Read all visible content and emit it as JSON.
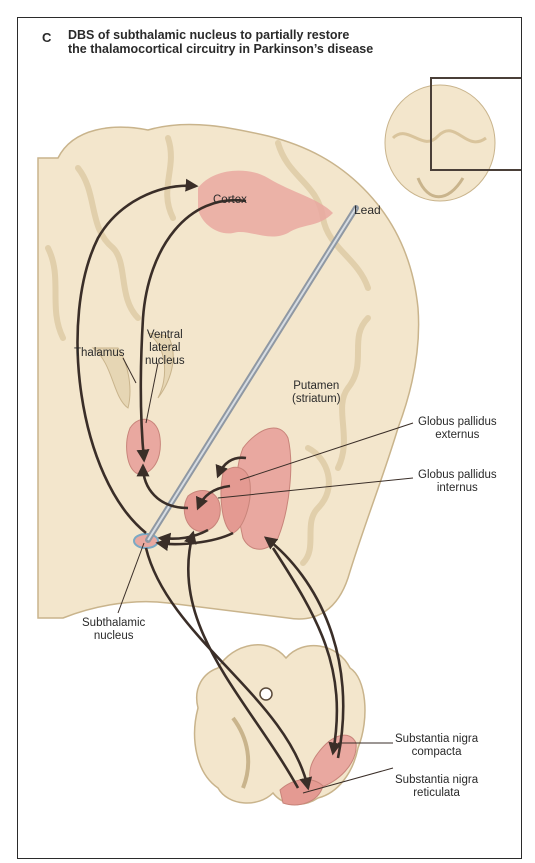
{
  "panel_letter": "C",
  "title_line1": "DBS of subthalamic nucleus to partially restore",
  "title_line2": "the thalamocortical circuitry in Parkinson’s disease",
  "labels": {
    "cortex": "Cortex",
    "lead": "Lead",
    "ventral_lateral": "Ventral\nlateral\nnucleus",
    "thalamus": "Thalamus",
    "putamen": "Putamen\n(striatum)",
    "gpe": "Globus pallidus\nexternus",
    "gpi": "Globus pallidus\ninternus",
    "stn": "Subthalamic\nnucleus",
    "snc": "Substantia nigra\ncompacta",
    "snr": "Substantia nigra\nreticulata"
  },
  "colors": {
    "brain": "#f3e6cc",
    "gyrus_line": "#c9b48c",
    "nucleus": "#e9a8a0",
    "arrow": "#3a2e28",
    "lead": "#9aa3ad"
  }
}
